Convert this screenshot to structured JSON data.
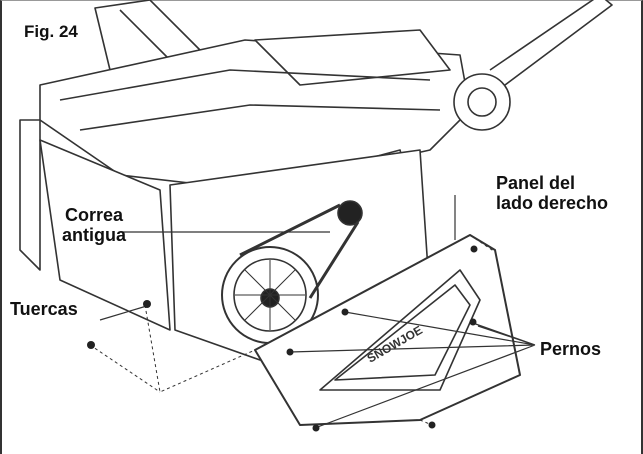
{
  "figure": {
    "label": "Fig. 24"
  },
  "callouts": {
    "correa_line1": "Correa",
    "correa_line2": "antigua",
    "panel_line1": "Panel del",
    "panel_line2": "lado derecho",
    "tuercas": "Tuercas",
    "pernos": "Pernos"
  },
  "panel_logo": {
    "text": "SNOWJOE"
  },
  "colors": {
    "ink": "#111111",
    "line": "#333333",
    "background": "#ffffff"
  }
}
